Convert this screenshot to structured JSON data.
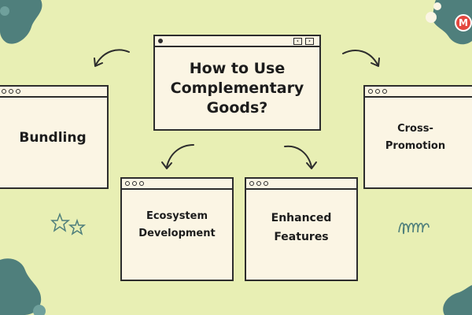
{
  "colors": {
    "background": "#e8efb4",
    "card": "#fbf5e4",
    "outline": "#2d2d2d",
    "blob": "#4f7f7c",
    "logo": "#e4473f"
  },
  "center": {
    "title": "How to Use\nComplementary\nGoods?"
  },
  "nodes": [
    {
      "label": "Bundling"
    },
    {
      "label": "Cross-\nPromotion"
    },
    {
      "label": "Ecosystem\nDevelopment"
    },
    {
      "label": "Enhanced\nFeatures"
    }
  ],
  "logo": {
    "letter": "M"
  },
  "icons": [
    "star-doodle",
    "squiggle-doodle",
    "curved-arrow-icon",
    "back-icon",
    "forward-icon"
  ]
}
